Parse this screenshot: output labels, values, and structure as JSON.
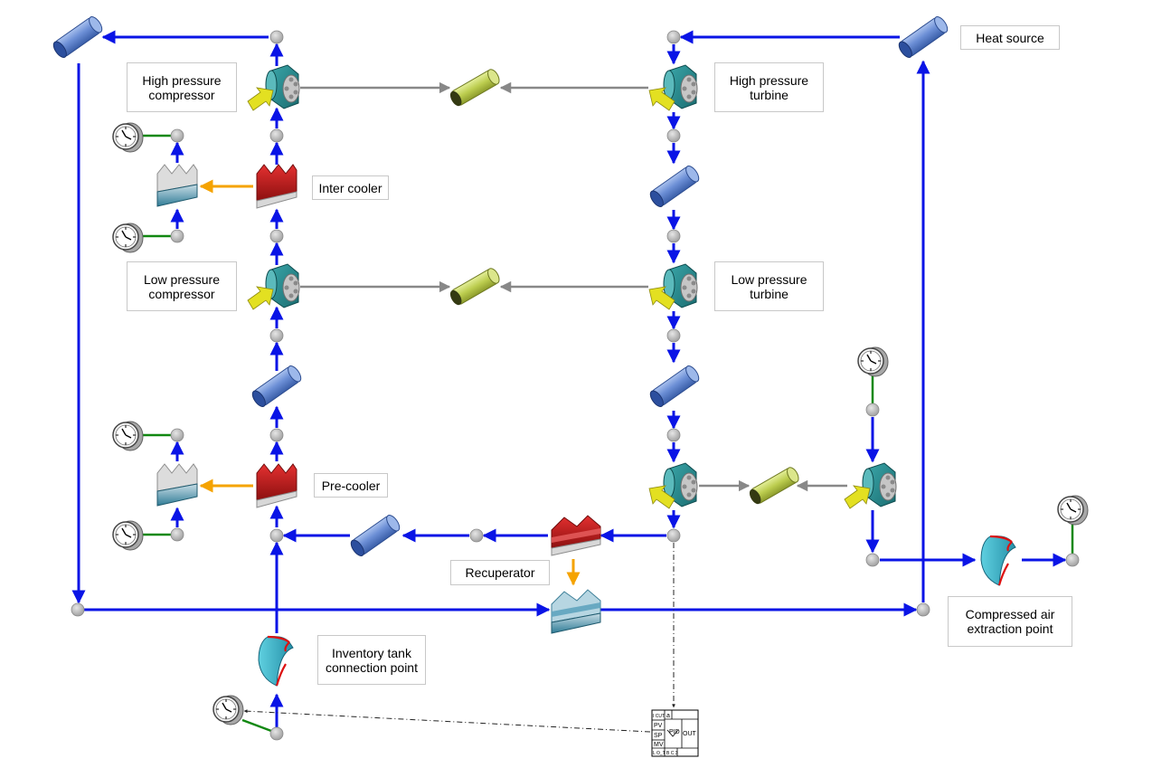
{
  "labels": {
    "heat_source": "Heat source",
    "hp_compressor": "High pressure\ncompressor",
    "hp_turbine": "High pressure\nturbine",
    "inter_cooler": "Inter cooler",
    "lp_compressor": "Low pressure\ncompressor",
    "lp_turbine": "Low pressure\nturbine",
    "pre_cooler": "Pre-cooler",
    "recuperator": "Recuperator",
    "compressed_air": "Compressed air\nextraction point",
    "inventory_tank": "Inventory tank\nconnection point"
  },
  "controller": {
    "rows": [
      "PV",
      "SP",
      "MV"
    ],
    "top_left": "I CUT",
    "top_num": "a",
    "bottom_left": "L O_T",
    "bottom_right": "B C 3",
    "center": "PID",
    "output": "OUT"
  },
  "colors": {
    "flow": "#0a14e6",
    "heat": "#f5a300",
    "shaft": "#888888",
    "signal": "#118811",
    "control": "#222222",
    "node": "#b8b8b8"
  },
  "icons": {
    "pipe": "pipe-icon",
    "compressor": "compressor-icon",
    "turbine": "turbine-icon",
    "shaft": "shaft-icon",
    "heat_exchanger": "heat-exchanger-icon",
    "cooler": "cooler-icon",
    "gauge": "gauge-icon",
    "boundary": "boundary-icon",
    "node": "node-icon",
    "controller": "pid-controller-icon"
  }
}
